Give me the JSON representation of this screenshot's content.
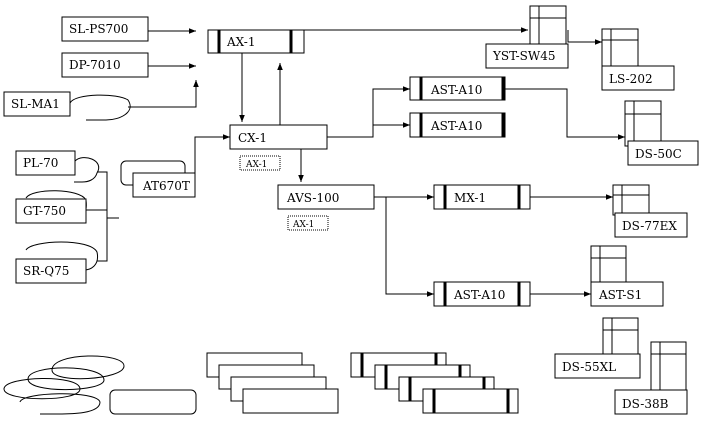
{
  "labels": {
    "sl_ps700": "SL-PS700",
    "dp_7010": "DP-7010",
    "sl_ma1": "SL-MA1",
    "ax_1": "AX-1",
    "cx_1": "CX-1",
    "cx_tag": "AX-1",
    "pl_70": "PL-70",
    "gt_750": "GT-750",
    "sr_q75": "SR-Q75",
    "at670t": "AT670T",
    "avs_100": "AVS-100",
    "avs_tag": "AX-1",
    "ast_a10_top": "AST-A10",
    "ast_a10_mid": "AST-A10",
    "mx_1": "MX-1",
    "ast_a10_bottom": "AST-A10",
    "yst_sw45": "YST-SW45",
    "ls_202": "LS-202",
    "ds_50c": "DS-50C",
    "ds_77ex": "DS-77EX",
    "ast_s1": "AST-S1",
    "ds_55xl": "DS-55XL",
    "ds_38b": "DS-38B"
  }
}
